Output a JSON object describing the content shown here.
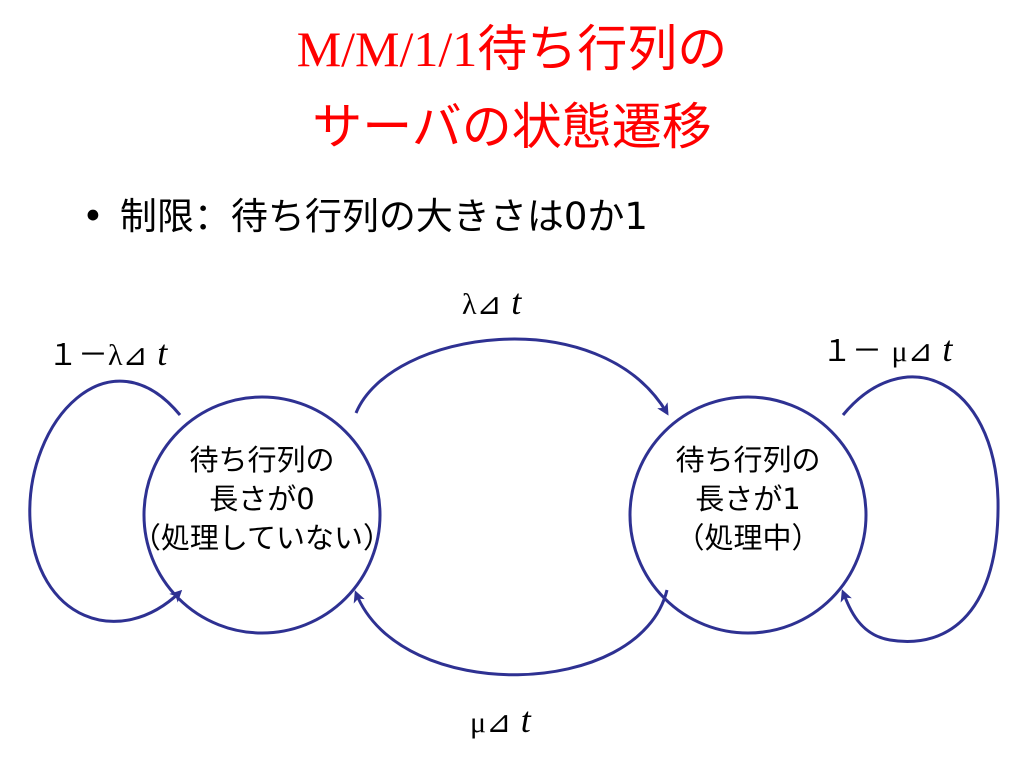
{
  "title": {
    "line1_prefix": "M/M/1/1",
    "line1_suffix": "待ち行列の",
    "line2": "サーバの状態遷移"
  },
  "bullet": {
    "marker": "•",
    "text": "制限：待ち行列の大きさは0か1"
  },
  "states": [
    {
      "line1": "待ち行列の",
      "line2": "長さが0",
      "line3": "（処理していない）"
    },
    {
      "line1": "待ち行列の",
      "line2": "長さが1",
      "line3": "（処理中）"
    }
  ],
  "transitions": {
    "arrival": {
      "rate": "λ⊿",
      "t": "t"
    },
    "service": {
      "rate": "μ⊿",
      "t": "t"
    },
    "stay_empty": {
      "prefix": "１－",
      "rate": "λ⊿",
      "t": "t"
    },
    "stay_busy": {
      "prefix": "１－ ",
      "rate": "μ⊿",
      "t": "t"
    }
  },
  "colors": {
    "title": "#ff0000",
    "diagram_stroke": "#2e3192",
    "text": "#000000"
  }
}
